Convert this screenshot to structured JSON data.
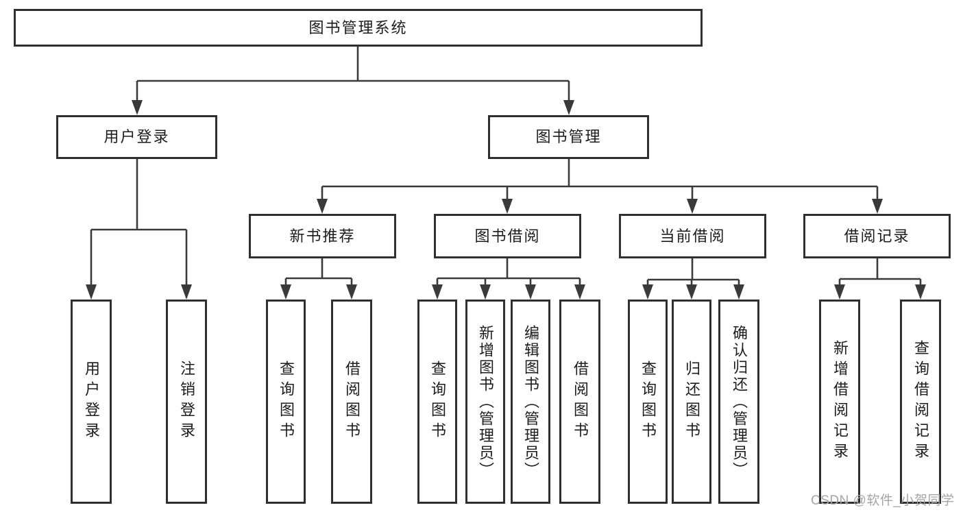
{
  "diagram": {
    "title": "图书管理系统",
    "root": {
      "label": "图书管理系统"
    },
    "level2": [
      {
        "id": "user-login",
        "label": "用户登录"
      },
      {
        "id": "book-management",
        "label": "图书管理"
      }
    ],
    "level3": [
      {
        "id": "new-book-recommend",
        "label": "新书推荐",
        "parent": "book-management"
      },
      {
        "id": "book-borrow",
        "label": "图书借阅",
        "parent": "book-management"
      },
      {
        "id": "current-borrow",
        "label": "当前借阅",
        "parent": "book-management"
      },
      {
        "id": "borrow-records",
        "label": "借阅记录",
        "parent": "book-management"
      }
    ],
    "leaves": [
      {
        "id": "user-login-leaf",
        "label": "用户登录",
        "parent": "user-login"
      },
      {
        "id": "logout",
        "label": "注销登录",
        "parent": "user-login"
      },
      {
        "id": "query-books-recommend",
        "label": "查询图书",
        "parent": "new-book-recommend"
      },
      {
        "id": "borrow-book-recommend",
        "label": "借阅图书",
        "parent": "new-book-recommend"
      },
      {
        "id": "query-books-borrow",
        "label": "查询图书",
        "parent": "book-borrow"
      },
      {
        "id": "add-book-admin",
        "label": "新增图书（管理员）",
        "parent": "book-borrow"
      },
      {
        "id": "edit-book-admin",
        "label": "编辑图书（管理员）",
        "parent": "book-borrow"
      },
      {
        "id": "borrow-book",
        "label": "借阅图书",
        "parent": "book-borrow"
      },
      {
        "id": "query-books-current",
        "label": "查询图书",
        "parent": "current-borrow"
      },
      {
        "id": "return-book",
        "label": "归还图书",
        "parent": "current-borrow"
      },
      {
        "id": "confirm-return-admin",
        "label": "确认归还（管理员）",
        "parent": "current-borrow"
      },
      {
        "id": "add-borrow-record",
        "label": "新增借阅记录",
        "parent": "borrow-records"
      },
      {
        "id": "query-borrow-record",
        "label": "查询借阅记录",
        "parent": "borrow-records"
      }
    ],
    "watermark": "CSDN @软件_小贺同学",
    "colors": {
      "box_border": "#2f2f2f",
      "box_fill": "#ffffff",
      "connector": "#3a3a3a",
      "text": "#1c1c1c",
      "watermark": "#a5a5a5",
      "background": "#ffffff"
    }
  }
}
